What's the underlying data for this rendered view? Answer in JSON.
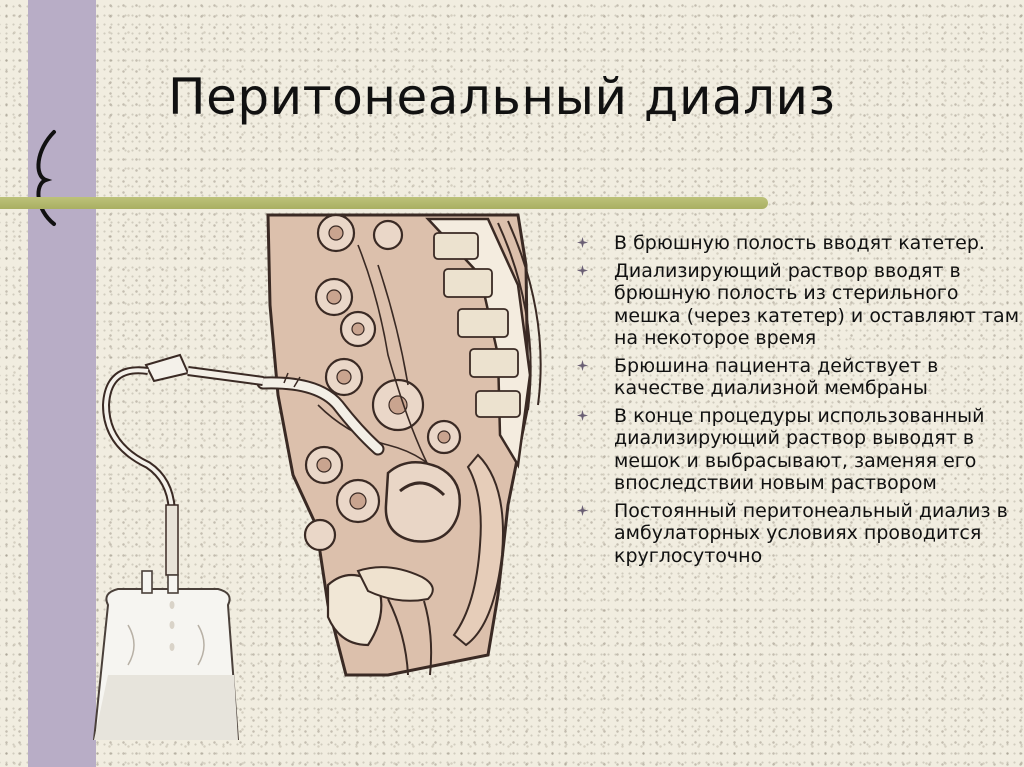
{
  "slide": {
    "title": "Перитонеальный диализ",
    "bullets": [
      "В брюшную полость вводят катетер.",
      "Диализирующий раствор вводят в брюшную полость из стерильного мешка (через катетер) и оставляют там на некоторое время",
      "Брюшина пациента действует в качестве диализной мембраны",
      "В конце процедуры использованный диализирующий раствор выводят в мешок и выбрасывают, заменяя его впоследствии новым раствором",
      "Постоянный перитонеальный диализ в амбулаторных условиях проводится круглосуточно"
    ]
  },
  "colors": {
    "background": "#f1ede0",
    "left_bar": "#b8adc6",
    "olive_line": "#b3b86c",
    "tissue": "#dcc0ac",
    "outline": "#3a2a24"
  },
  "icons": {
    "bullet": "four-point-star-icon",
    "bracket": "curly-bracket-icon"
  }
}
